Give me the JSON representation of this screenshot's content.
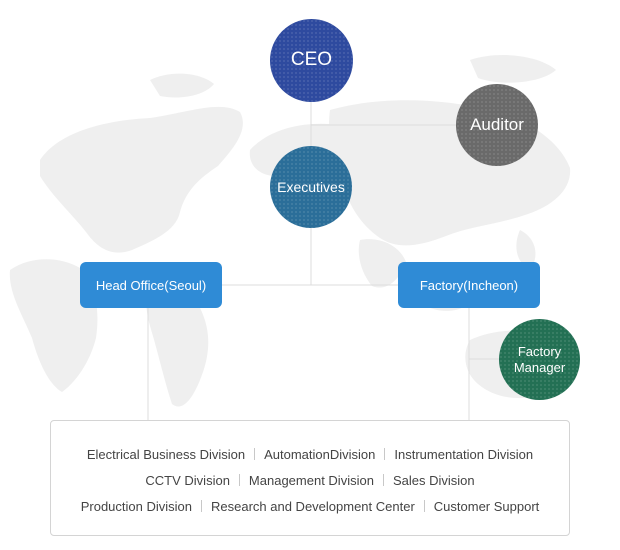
{
  "colors": {
    "ceo": "#2e4a9f",
    "auditor": "#6a6a6a",
    "executives": "#2b6e99",
    "factory_manager": "#237054",
    "office_box": "#2f8bd6",
    "connector_line": "#dcdcdc",
    "world_map": "#eeeeee"
  },
  "nodes": {
    "ceo": "CEO",
    "auditor": "Auditor",
    "executives": "Executives",
    "head_office": "Head Office(Seoul)",
    "factory": "Factory(Incheon)",
    "factory_manager": "Factory Manager"
  },
  "divisions": [
    [
      "Electrical Business Division",
      "AutomationDivision",
      "Instrumentation Division"
    ],
    [
      "CCTV Division",
      "Management Division",
      "Sales Division"
    ],
    [
      "Production Division",
      "Research and Development Center",
      "Customer Support"
    ]
  ]
}
